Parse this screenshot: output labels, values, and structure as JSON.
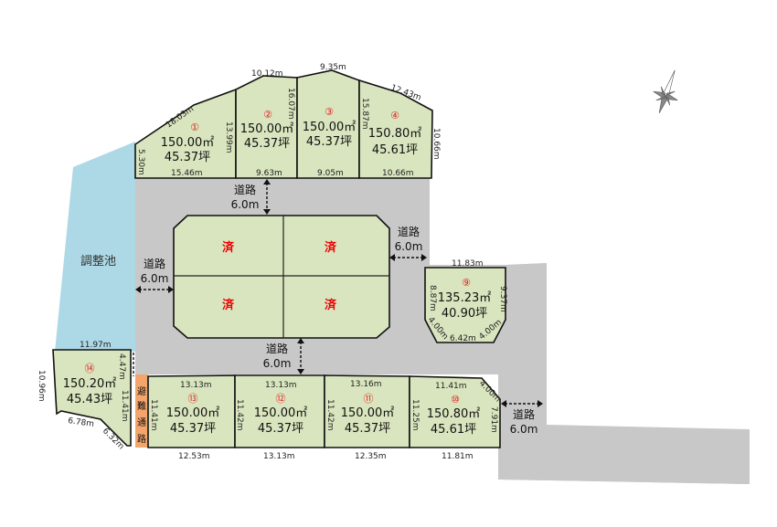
{
  "colors": {
    "lot": "#d9e5be",
    "road": "#c8c8c8",
    "pond": "#add8e6",
    "evacuation": "#f4a56c",
    "sold": "#e00000"
  },
  "pond_label": "調整池",
  "road": {
    "label": "道路",
    "width": "6.0m"
  },
  "evacuation_path": [
    "避",
    "難",
    "通",
    "路"
  ],
  "sold_mark": "済",
  "lots": [
    {
      "no": "①",
      "area": "150.00㎡",
      "tsubo": "45.37坪"
    },
    {
      "no": "②",
      "area": "150.00㎡",
      "tsubo": "45.37坪"
    },
    {
      "no": "③",
      "area": "150.00㎡",
      "tsubo": "45.37坪"
    },
    {
      "no": "④",
      "area": "150.80㎡",
      "tsubo": "45.61坪"
    },
    {
      "no": "⑨",
      "area": "135.23㎡",
      "tsubo": "40.90坪"
    },
    {
      "no": "⑩",
      "area": "150.80㎡",
      "tsubo": "45.61坪"
    },
    {
      "no": "⑪",
      "area": "150.00㎡",
      "tsubo": "45.37坪"
    },
    {
      "no": "⑫",
      "area": "150.00㎡",
      "tsubo": "45.37坪"
    },
    {
      "no": "⑬",
      "area": "150.00㎡",
      "tsubo": "45.37坪"
    },
    {
      "no": "⑭",
      "area": "150.20㎡",
      "tsubo": "45.43坪"
    }
  ],
  "dims": {
    "l1_left": "5.30m",
    "l1_diag": "18.03m",
    "l1_bottom": "15.46m",
    "l1_right": "13.99m",
    "l2_top": "10.12m",
    "l2_right": "16.07m",
    "l2_bottom": "9.63m",
    "l3_top": "9.35m",
    "l3_bottom": "9.05m",
    "l4_left": "15.87m",
    "l4_top": "12.43m",
    "l4_right": "10.66m",
    "l4_bottom": "10.66m",
    "l9_top": "11.83m",
    "l9_left": "8.87m",
    "l9_right": "9.37m",
    "l9_bl": "4.00m",
    "l9_bottom": "6.42m",
    "l9_br": "4.00m",
    "l14_top": "11.97m",
    "l14_left": "10.96m",
    "l14_right_top": "4.47m",
    "l14_right": "11.41m",
    "l14_b1": "6.78m",
    "l14_b2": "6.32m",
    "l13_top": "13.13m",
    "l13_left": "11.41m",
    "l13_bottom": "12.53m",
    "l12_top": "13.13m",
    "l12_left": "11.42m",
    "l12_bottom": "13.13m",
    "l11_top": "13.16m",
    "l11_left": "11.42m",
    "l11_bottom": "12.35m",
    "l10_top": "11.41m",
    "l10_left": "11.25m",
    "l10_diag": "4.00m",
    "l10_right": "7.91m",
    "l10_bottom": "11.81m"
  }
}
